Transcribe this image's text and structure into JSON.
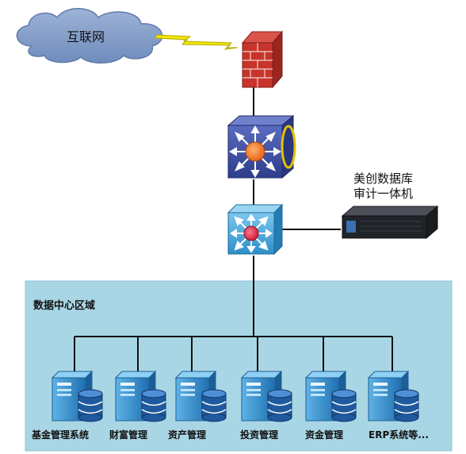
{
  "internet": {
    "label": "互联网"
  },
  "audit_appliance": {
    "line1": "美创数据库",
    "line2": "审计一体机"
  },
  "datacenter": {
    "title": "数据中心区域"
  },
  "systems": [
    {
      "label": "基金管理系统"
    },
    {
      "label": "财富管理"
    },
    {
      "label": "资产管理"
    },
    {
      "label": "投资管理"
    },
    {
      "label": "资金管理"
    },
    {
      "label": "ERP系统等..."
    }
  ],
  "colors": {
    "zone_fill": "#a9d6e5",
    "firewall": "#c8342b",
    "core_switch": "#3b4fa8",
    "access_switch": "#3da4d8",
    "server": "#2f8fd0",
    "database": "#1f5a9e",
    "lightning": "#f2e600"
  },
  "icons": [
    "cloud-icon",
    "lightning-icon",
    "firewall-icon",
    "core-switch-icon",
    "access-switch-icon",
    "audit-appliance-icon",
    "server-icon",
    "database-icon"
  ]
}
